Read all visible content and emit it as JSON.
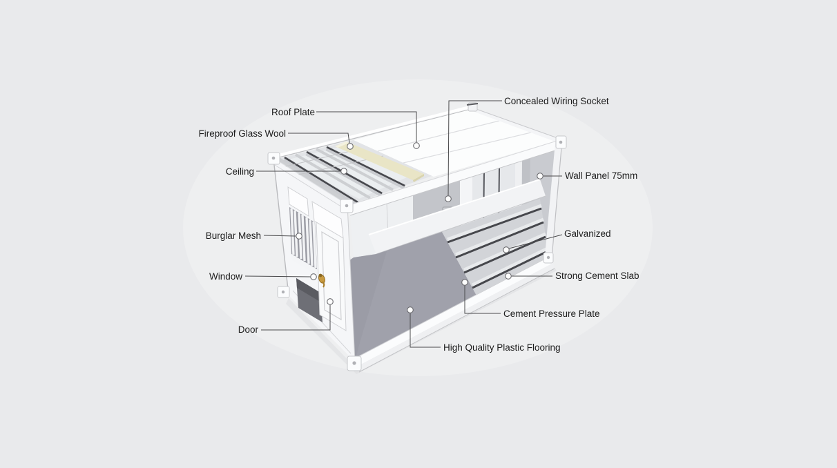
{
  "page": {
    "background_color": "#e9eaec",
    "description": "Cutaway structural diagram of a prefab container house with callout labels"
  },
  "diagram": {
    "labels": {
      "roof_plate": "Roof Plate",
      "fireproof_glass_wool": "Fireproof Glass Wool",
      "ceiling": "Ceiling",
      "burglar_mesh": "Burglar Mesh",
      "window": "Window",
      "door": "Door",
      "concealed_wiring_socket": "Concealed Wiring Socket",
      "wall_panel": "Wall Panel 75mm",
      "galvanized": "Galvanized",
      "strong_cement_slab": "Strong Cement Slab",
      "cement_pressure_plate": "Cement Pressure Plate",
      "high_quality_plastic_flooring": "High Quality Plastic Flooring"
    },
    "colors": {
      "background": "#e9eaec",
      "glass_wool_batt": "#e9e5c6",
      "plastic_flooring_gray": "#a0a1ab",
      "interior_panel_gray": "#c3c5ca",
      "frame_white": "#f7f8fa",
      "purlin_dark": "#47484d",
      "label_text": "#1c1c1c",
      "leader_line": "#4a4a4c",
      "door_handle_brass": "#c89a3f"
    }
  }
}
